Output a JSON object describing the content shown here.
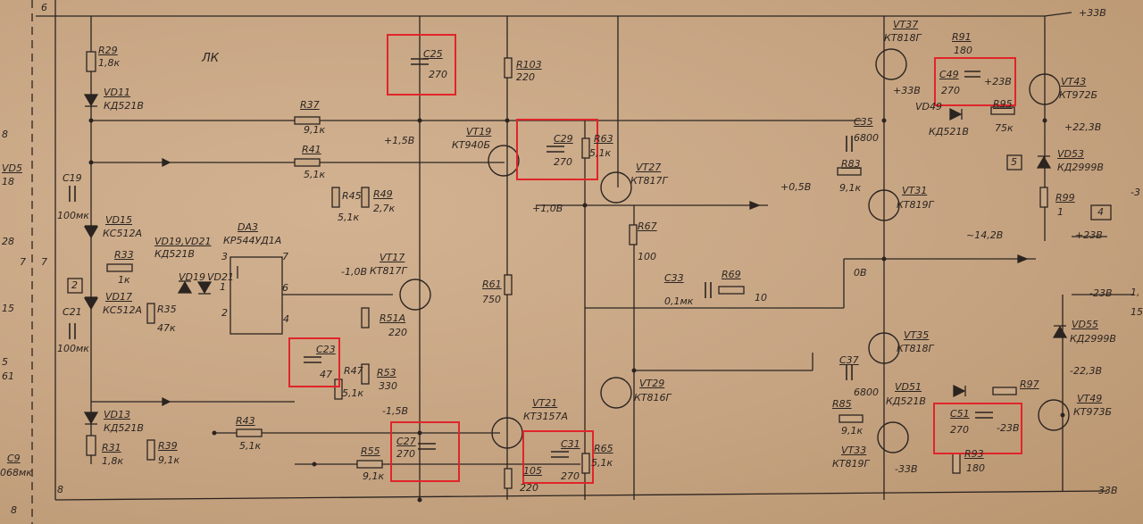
{
  "section_label": "ЛК",
  "numbers": {
    "n6": "6",
    "n7a": "7",
    "n7b": "7",
    "n8a": "8",
    "n8b": "8"
  },
  "components": {
    "R29": [
      "R29",
      "1,8к"
    ],
    "VD11": [
      "VD11",
      "КД521В"
    ],
    "C19": [
      "C19",
      "100мк"
    ],
    "C21": [
      "C21",
      "100мк"
    ],
    "VD15": [
      "VD15",
      "КС512А"
    ],
    "VD17": [
      "VD17",
      "КС512А"
    ],
    "R33": [
      "R33",
      "1к"
    ],
    "R35": [
      "R35",
      "47к"
    ],
    "VD19_21": [
      "VD19,VD21",
      "КД521В"
    ],
    "VD19": [
      "VD19"
    ],
    "VD21": [
      "VD21"
    ],
    "DA3": [
      "DA3",
      "КР544УД1А"
    ],
    "R37": [
      "R37",
      "9,1к"
    ],
    "R41": [
      "R41",
      "5,1к"
    ],
    "R45": [
      "R45",
      "5,1к"
    ],
    "R49": [
      "R49",
      "2,7к"
    ],
    "C25": [
      "C25",
      "270"
    ],
    "C23": [
      "C23",
      "47"
    ],
    "VD13": [
      "VD13",
      "КД521В"
    ],
    "R31": [
      "R31",
      "1,8к"
    ],
    "R39": [
      "R39",
      "9,1к"
    ],
    "R43": [
      "R43",
      "5,1к"
    ],
    "R55": [
      "R55",
      "9,1к"
    ],
    "VT17": [
      "VT17",
      "КТ817Г"
    ],
    "R51A": [
      "R51А",
      "220"
    ],
    "R47": [
      "R47",
      "5,1к"
    ],
    "R53": [
      "R53",
      "330"
    ],
    "C27": [
      "C27",
      "270"
    ],
    "R103": [
      "R103",
      "220"
    ],
    "VT19": [
      "VT19",
      "КТ940Б"
    ],
    "C29": [
      "C29",
      "270"
    ],
    "R63": [
      "R63",
      "5,1к"
    ],
    "VT27": [
      "VT27",
      "КТ817Г"
    ],
    "R67": [
      "R67",
      "100"
    ],
    "R61": [
      "R61",
      "750"
    ],
    "C33": [
      "C33",
      "0,1мк"
    ],
    "R69": [
      "R69",
      "10"
    ],
    "VT21": [
      "VT21",
      "КТ3157А"
    ],
    "R105": [
      "105",
      "220"
    ],
    "C31": [
      "C31",
      "270"
    ],
    "R65": [
      "R65",
      "5,1к"
    ],
    "VT29": [
      "VT29",
      "КТ816Г"
    ],
    "C35": [
      "C35",
      "6800"
    ],
    "R83": [
      "R83",
      "9,1к"
    ],
    "VT31": [
      "VT31",
      "КТ819Г"
    ],
    "VT37": [
      "VT37",
      "КТ818Г"
    ],
    "R91": [
      "R91",
      "180"
    ],
    "C49": [
      "C49",
      "270"
    ],
    "VD49": [
      "VD49",
      "КД521В"
    ],
    "R95": [
      "R95",
      "75к"
    ],
    "VT43": [
      "VT43",
      "КТ972Б"
    ],
    "VD53": [
      "VD53",
      "КД2999В"
    ],
    "R99": [
      "R99",
      "1"
    ],
    "VT35": [
      "VT35",
      "КТ818Г"
    ],
    "C37": [
      "C37",
      "6800"
    ],
    "VD51": [
      "VD51",
      "КД521В"
    ],
    "R85": [
      "R85",
      "9,1к"
    ],
    "VT33": [
      "VT33",
      "КТ819Г"
    ],
    "C51": [
      "C51",
      "270"
    ],
    "R97": [
      "R97"
    ],
    "R93": [
      "R93",
      "180"
    ],
    "VT49": [
      "VT49",
      "КТ973Б"
    ],
    "VD55": [
      "VD55",
      "КД2999В"
    ],
    "C9": [
      "C9",
      "068мк"
    ],
    "VD5": [
      "VD5",
      "18"
    ]
  },
  "voltages": {
    "plus33_top": "+33В",
    "plus33_mid": "+33В",
    "plus23_c49": "+23В",
    "plus22_3": "+22,3В",
    "plus23_r": "+23В",
    "plus1_5": "+1,5В",
    "plus1_0": "+1,0В",
    "plus0_5": "+0,5В",
    "minus1_0": "-1,0В",
    "minus1_5": "-1,5В",
    "minus14_2": "~14,2В",
    "zero": "0В",
    "minus23_top": "-23В",
    "minus22_3": "-22,3В",
    "minus23_c51": "-23В",
    "minus33_low": "-33В",
    "minus33_bot": "-33В"
  },
  "pins": {
    "p1": "1",
    "p2": "2",
    "p3": "3",
    "p4": "4",
    "p6": "6",
    "p7": "7"
  },
  "boxes": {
    "b2": "2",
    "b4": "4",
    "b5": "5"
  },
  "edge": {
    "e_8": "8",
    "e_28": "28",
    "e_15": "15",
    "e_61": "61",
    "e_5": "5",
    "e_1": "1,",
    "e_15b": "15",
    "e_3": "-3"
  },
  "colors": {
    "paper": "#c9a886",
    "ink": "#2b2420",
    "highlight": "#e0252a"
  }
}
